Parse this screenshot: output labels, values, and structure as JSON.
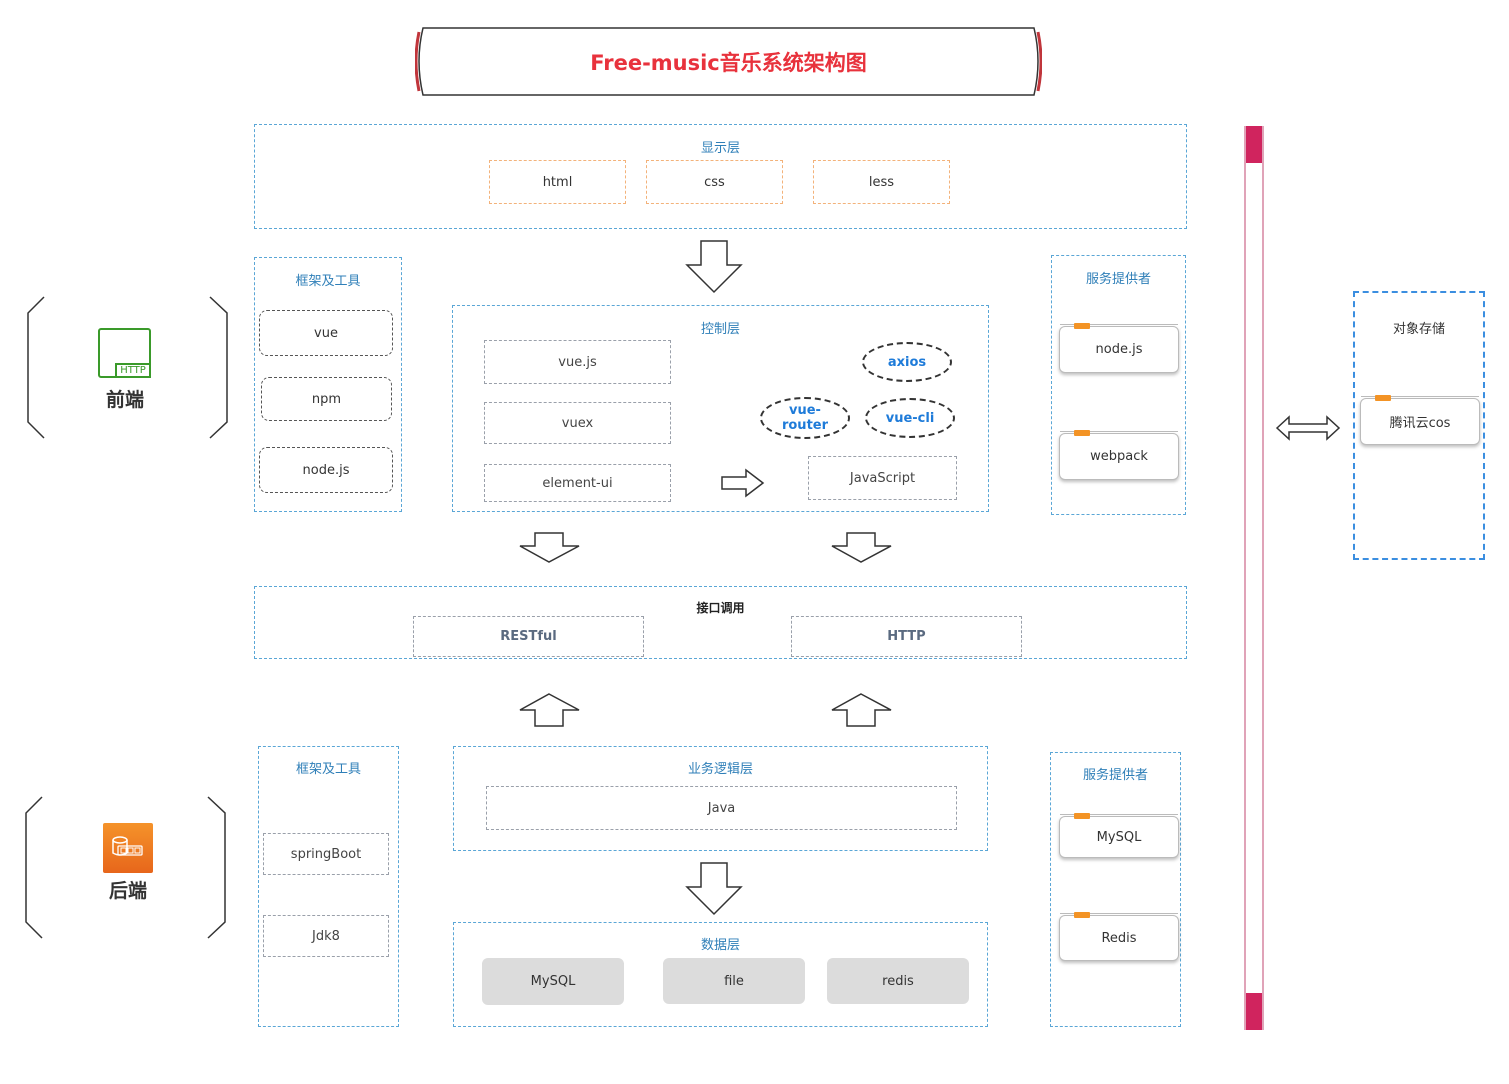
{
  "title": "Free-music音乐系统架构图",
  "colors": {
    "title_red": "#e8323c",
    "layer_border": "#5aa6d6",
    "orange_tag": "#f39325",
    "pink_bar": "#d0245e"
  },
  "sides": {
    "frontend_label": "前端",
    "frontend_icon": "http-icon",
    "frontend_icon_text": "HTTP",
    "backend_label": "后端",
    "backend_icon": "database-server-icon"
  },
  "display_layer": {
    "title": "显示层",
    "items": [
      "html",
      "css",
      "less"
    ]
  },
  "fe_tools": {
    "title": "框架及工具",
    "items": [
      "vue",
      "npm",
      "node.js"
    ]
  },
  "control_layer": {
    "title": "控制层",
    "items": [
      "vue.js",
      "vuex",
      "element-ui"
    ],
    "ellipses": [
      "axios",
      "vue-\nrouter",
      "vue-cli"
    ],
    "js_box": "JavaScript"
  },
  "fe_services": {
    "title": "服务提供者",
    "items": [
      "node.js",
      "webpack"
    ]
  },
  "object_storage": {
    "title": "对象存储",
    "item": "腾讯云cos"
  },
  "interface_layer": {
    "title": "接口调用",
    "items": [
      "RESTful",
      "HTTP"
    ]
  },
  "be_tools": {
    "title": "框架及工具",
    "items": [
      "springBoot",
      "Jdk8"
    ]
  },
  "logic_layer": {
    "title": "业务逻辑层",
    "item": "Java"
  },
  "data_layer": {
    "title": "数据层",
    "items": [
      "MySQL",
      "file",
      "redis"
    ]
  },
  "be_services": {
    "title": "服务提供者",
    "items": [
      "MySQL",
      "Redis"
    ]
  }
}
